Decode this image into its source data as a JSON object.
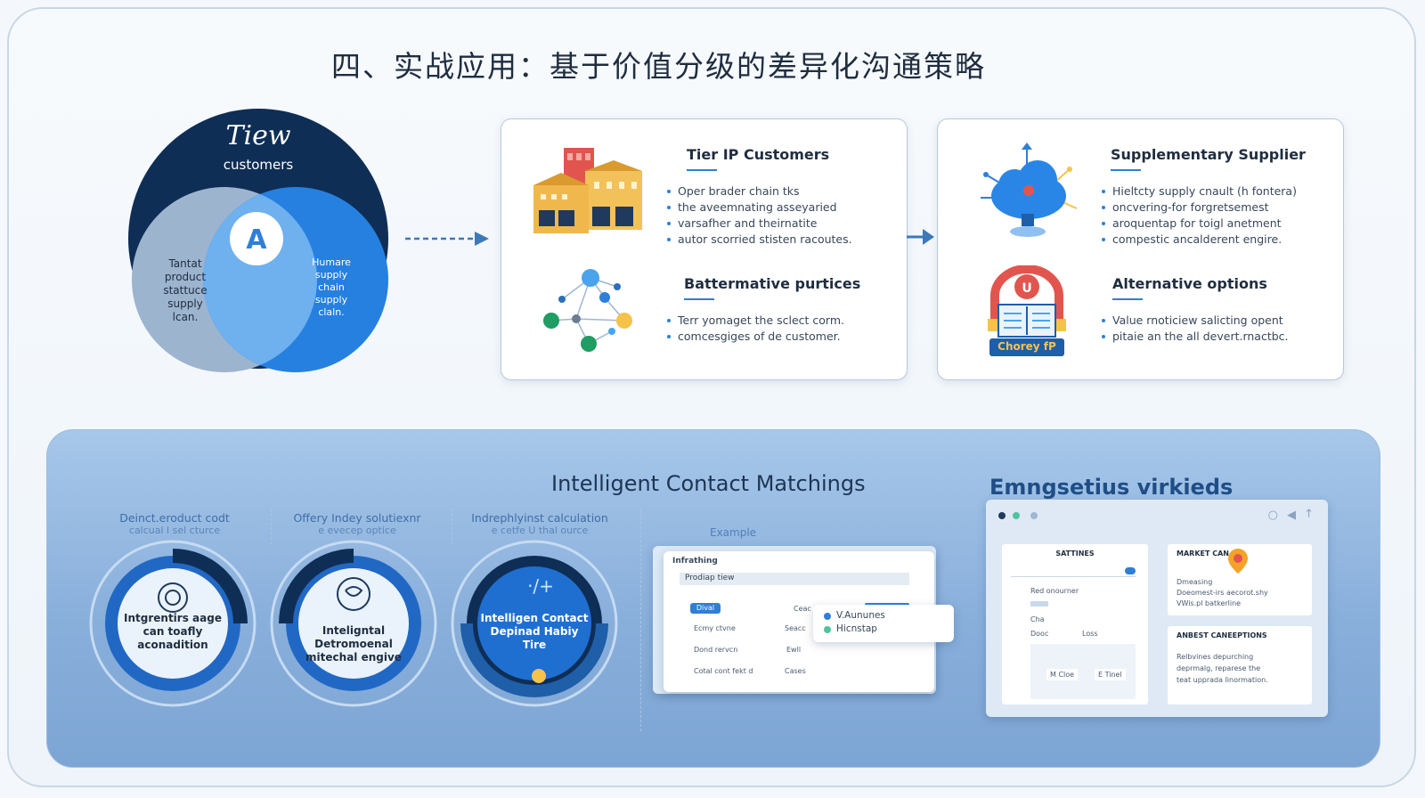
{
  "title": "四、实战应用：基于价值分级的差异化沟通策略",
  "venn": {
    "top_title": "Tiew",
    "top_subtitle": "customers",
    "center_letter": "A",
    "left_lines": [
      "Tantat",
      "product",
      "stattuce",
      "supply",
      "lcan."
    ],
    "right_lines": [
      "Humare",
      "supply",
      "chain",
      "supply",
      "claln."
    ]
  },
  "card1": {
    "section1": {
      "title": "Tier IP Customers",
      "bullets": [
        "Oper brader chain tks",
        "the aveemnating asseyaried",
        "varsafher and theirnatite",
        "autor scorried stisten racoutes."
      ]
    },
    "section2": {
      "title": "Battermative purtices",
      "bullets": [
        "Terr yomaget the sclect corm.",
        "comcesgiges of de customer."
      ]
    }
  },
  "card2": {
    "section1": {
      "title": "Supplementary Supplier",
      "bullets": [
        "Hieltcty supply cnault (h fontera)",
        "oncvering-for forgretsemest",
        "aroquentap for toigl anetment",
        "compestic ancalderent engire."
      ]
    },
    "section2": {
      "title": "Alternative options",
      "bullets": [
        "Value rnoticiew salicting opent",
        "pitaie an the all devert.rnactbc."
      ]
    },
    "badge_text": "Chorey fP"
  },
  "panel": {
    "title_left": "Intelligent Contact Matchings",
    "title_right": "Emngsetius virkieds",
    "columns": [
      {
        "label": "Deinct.eroduct codt",
        "sub": "calcual l sel cturce",
        "ring_text": [
          "Intgrentirs aage",
          "can toafly",
          "aconadition"
        ]
      },
      {
        "label": "Offery Indey solutiexnr",
        "sub": "e evecep optice",
        "ring_text": [
          "Inteligntal",
          "Detromoenal",
          "mitechal engive"
        ]
      },
      {
        "label": "Indrephlyinst calculation",
        "sub": "e cetfe U thal ource",
        "ring_text": [
          "Intelligen Contact",
          "Depinad Habiy",
          "Tire"
        ]
      }
    ],
    "example_label": "Example",
    "mock1": {
      "header": "Infrathing",
      "bar": "Prodiap tiew",
      "chip": "Dival",
      "rows": [
        "Ecmy ctvne",
        "Dond rervcn",
        "Cotal cont fekt d"
      ],
      "col2": [
        "Ceac",
        "Seacc",
        "Ewll",
        "Cases"
      ],
      "popup": [
        "V.Aununes",
        "Hicnstap"
      ]
    },
    "mock2": {
      "left_header": "SATTINES",
      "left_rows": [
        "Red onourner",
        "Cha",
        "Dooc"
      ],
      "left_small": "Loss",
      "btn1": "M Cloe",
      "btn2": "E Tinel",
      "right_header": "MARKET CAN",
      "right_text": [
        "Dmeasing",
        "Doeomest-irs aecorot.shy",
        "VWis.pl batkerline"
      ],
      "right_header2": "ANBEST CANEEPTIONS",
      "right_text2": [
        "Relbvines depurching",
        "deprmalg, reparese the",
        "teat upprada linormation."
      ]
    }
  },
  "colors": {
    "navy": "#0f2e55",
    "blue": "#2f7fd6",
    "light_blue": "#a7c7ea",
    "grey_blue": "#9db4cf"
  }
}
